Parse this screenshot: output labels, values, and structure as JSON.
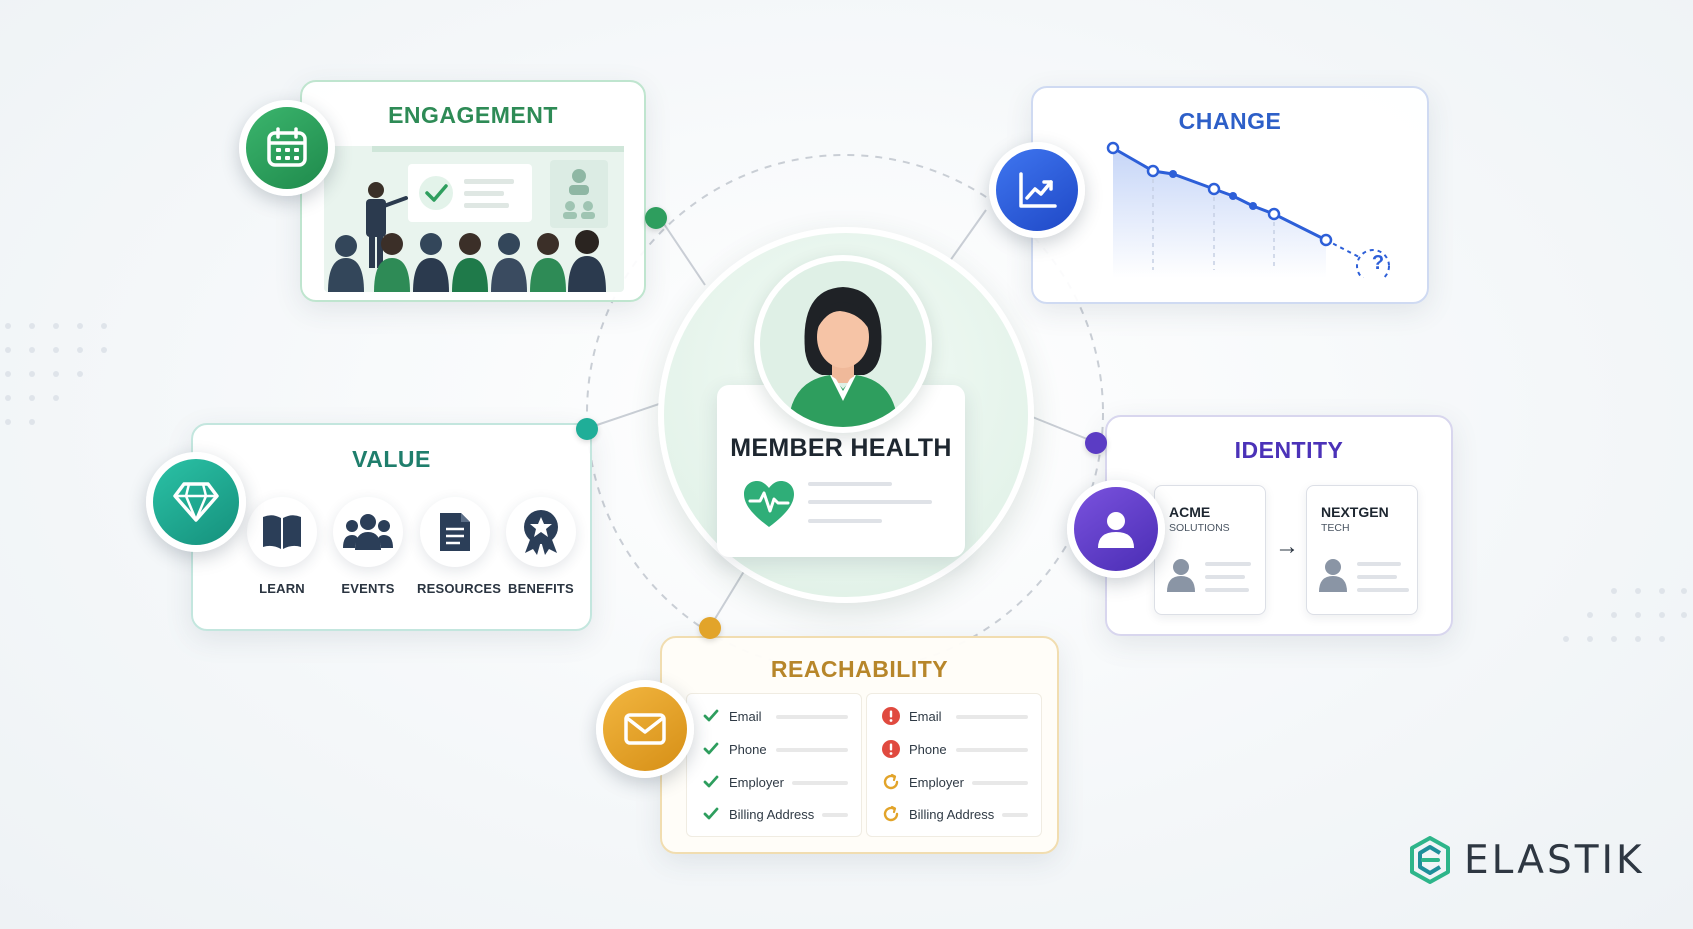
{
  "center": {
    "title": "MEMBER HEALTH"
  },
  "engagement": {
    "title": "ENGAGEMENT",
    "badge_icon": "calendar-icon",
    "accent": "#2e9e5e"
  },
  "change": {
    "title": "CHANGE",
    "badge_icon": "trend-chart-icon",
    "accent": "#2d5fe0",
    "unknown_marker": "?"
  },
  "value": {
    "title": "VALUE",
    "badge_icon": "diamond-icon",
    "accent": "#1fae98",
    "items": [
      {
        "label": "LEARN",
        "icon": "book-icon"
      },
      {
        "label": "EVENTS",
        "icon": "people-group-icon"
      },
      {
        "label": "RESOURCES",
        "icon": "document-icon"
      },
      {
        "label": "BENEFITS",
        "icon": "award-ribbon-icon"
      }
    ]
  },
  "identity": {
    "title": "IDENTITY",
    "badge_icon": "user-icon",
    "accent": "#5b3cc4",
    "from": {
      "name": "ACME",
      "sub": "SOLUTIONS"
    },
    "to": {
      "name": "NEXTGEN",
      "sub": "TECH"
    },
    "arrow": "→"
  },
  "reachability": {
    "title": "REACHABILITY",
    "badge_icon": "envelope-icon",
    "accent": "#e2a42a",
    "left": [
      {
        "label": "Email",
        "status": "check-icon"
      },
      {
        "label": "Phone",
        "status": "check-icon"
      },
      {
        "label": "Employer",
        "status": "check-icon"
      },
      {
        "label": "Billing Address",
        "status": "check-icon"
      }
    ],
    "right": [
      {
        "label": "Email",
        "status": "alert-icon"
      },
      {
        "label": "Phone",
        "status": "alert-icon"
      },
      {
        "label": "Employer",
        "status": "refresh-icon"
      },
      {
        "label": "Billing Address",
        "status": "refresh-icon"
      }
    ]
  },
  "brand": {
    "name": "ELASTIK",
    "logo_icon": "elastik-logo-icon"
  }
}
